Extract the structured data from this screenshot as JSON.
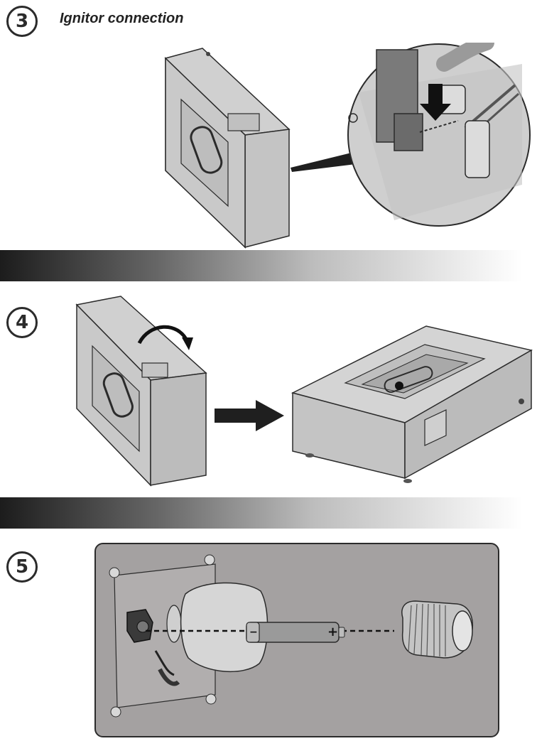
{
  "steps": [
    {
      "number": "3",
      "title": "Ignitor connection"
    },
    {
      "number": "4",
      "title": ""
    },
    {
      "number": "5",
      "title": ""
    }
  ],
  "battery": {
    "plus_sign": "+",
    "minus_sign": "−"
  },
  "colors": {
    "box_face": "#c9c9c9",
    "box_side": "#b3b3b3",
    "panel_bg": "#a4a1a1",
    "outline": "#2b2b2b"
  }
}
